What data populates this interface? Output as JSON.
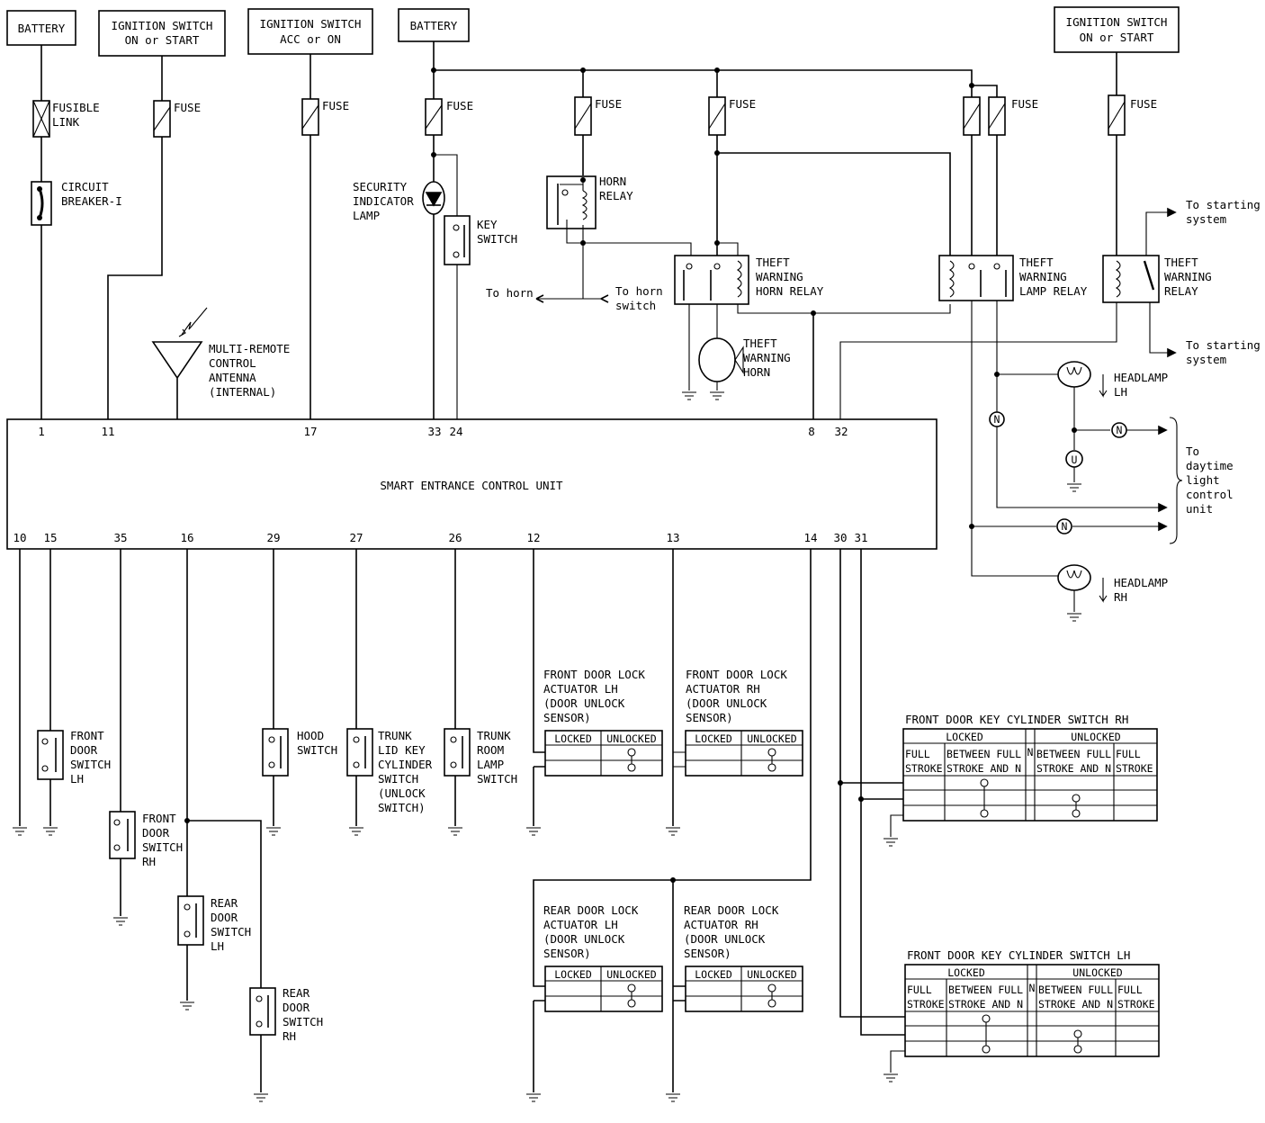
{
  "sources": {
    "battery_left": "BATTERY",
    "battery_mid": "BATTERY",
    "ign_on_start_l1": "IGNITION SWITCH",
    "ign_on_start_l2": "ON or START",
    "ign_acc_on_l1": "IGNITION SWITCH",
    "ign_acc_on_l2": "ACC or ON",
    "ign_right_l1": "IGNITION SWITCH",
    "ign_right_l2": "ON or START"
  },
  "fuses": {
    "fusible_link_l1": "FUSIBLE",
    "fusible_link_l2": "LINK",
    "fuse": "FUSE",
    "breaker_l1": "CIRCUIT",
    "breaker_l2": "BREAKER-I"
  },
  "components": {
    "security_lamp": [
      "SECURITY",
      "INDICATOR",
      "LAMP"
    ],
    "key_switch": [
      "KEY",
      "SWITCH"
    ],
    "horn_relay": [
      "HORN",
      "RELAY"
    ],
    "to_horn": "To horn",
    "to_horn_switch": [
      "To horn",
      "switch"
    ],
    "theft_horn_relay": [
      "THEFT",
      "WARNING",
      "HORN RELAY"
    ],
    "theft_horn": [
      "THEFT",
      "WARNING",
      "HORN"
    ],
    "theft_lamp_relay": [
      "THEFT",
      "WARNING",
      "LAMP RELAY"
    ],
    "theft_relay": [
      "THEFT",
      "WARNING",
      "RELAY"
    ],
    "to_starting_1": [
      "To starting",
      "system"
    ],
    "to_starting_2": [
      "To starting",
      "system"
    ],
    "antenna": [
      "MULTI-REMOTE",
      "CONTROL",
      "ANTENNA",
      "(INTERNAL)"
    ],
    "headlamp_lh": [
      "HEADLAMP",
      "LH"
    ],
    "headlamp_rh": [
      "HEADLAMP",
      "RH"
    ],
    "daytime": [
      "To",
      "daytime",
      "light",
      "control",
      "unit"
    ],
    "node_n": "N",
    "node_u": "U"
  },
  "control_unit": {
    "label": "SMART ENTRANCE CONTROL UNIT",
    "top_pins": [
      "1",
      "11",
      "17",
      "33",
      "24",
      "8",
      "32"
    ],
    "bottom_pins": [
      "10",
      "15",
      "35",
      "16",
      "29",
      "27",
      "26",
      "12",
      "13",
      "14",
      "30",
      "31"
    ]
  },
  "switches": {
    "front_door_lh": [
      "FRONT",
      "DOOR",
      "SWITCH",
      "LH"
    ],
    "front_door_rh": [
      "FRONT",
      "DOOR",
      "SWITCH",
      "RH"
    ],
    "rear_door_lh": [
      "REAR",
      "DOOR",
      "SWITCH",
      "LH"
    ],
    "rear_door_rh": [
      "REAR",
      "DOOR",
      "SWITCH",
      "RH"
    ],
    "hood": [
      "HOOD",
      "SWITCH"
    ],
    "trunk_lid": [
      "TRUNK",
      "LID KEY",
      "CYLINDER",
      "SWITCH",
      "(UNLOCK",
      "SWITCH)"
    ],
    "trunk_room": [
      "TRUNK",
      "ROOM",
      "LAMP",
      "SWITCH"
    ]
  },
  "actuators": {
    "front_lh": [
      "FRONT DOOR LOCK",
      "ACTUATOR LH",
      "(DOOR UNLOCK",
      "SENSOR)"
    ],
    "front_rh": [
      "FRONT DOOR LOCK",
      "ACTUATOR RH",
      "(DOOR UNLOCK",
      "SENSOR)"
    ],
    "rear_lh": [
      "REAR DOOR LOCK",
      "ACTUATOR LH",
      "(DOOR UNLOCK",
      "SENSOR)"
    ],
    "rear_rh": [
      "REAR DOOR LOCK",
      "ACTUATOR RH",
      "(DOOR UNLOCK",
      "SENSOR)"
    ],
    "locked": "LOCKED",
    "unlocked": "UNLOCKED"
  },
  "key_cyl_rh": {
    "title": "FRONT DOOR KEY CYLINDER SWITCH RH",
    "locked": "LOCKED",
    "unlocked": "UNLOCKED",
    "n": "N",
    "full_l1": "FULL",
    "full_l2": "STROKE",
    "between_l1": "BETWEEN FULL",
    "between_l2": "STROKE AND N"
  },
  "key_cyl_lh": {
    "title": "FRONT DOOR KEY CYLINDER SWITCH LH",
    "locked": "LOCKED",
    "unlocked": "UNLOCKED",
    "n": "N",
    "full_l1": "FULL",
    "full_l2": "STROKE",
    "between_l1": "BETWEEN FULL",
    "between_l2": "STROKE AND N"
  }
}
